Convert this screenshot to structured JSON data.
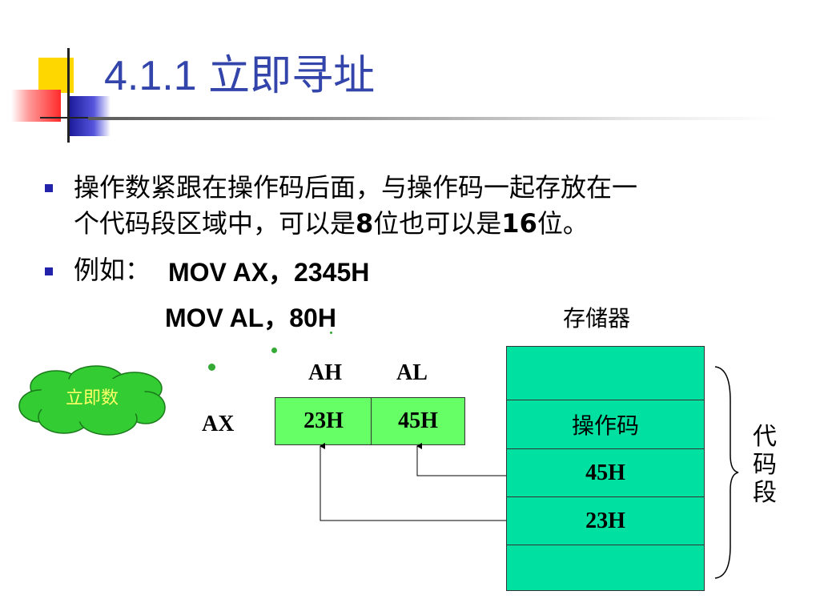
{
  "title": "4.1.1 立即寻址",
  "bullets": {
    "b1_line1": "操作数紧跟在操作码后面，与操作码一起存放在一",
    "b1_line2_a": "个代码段区域中，可以是",
    "b1_line2_b": "8",
    "b1_line2_c": "位也可以是",
    "b1_line2_d": "16",
    "b1_line2_e": "位。",
    "b2_prefix": "例如：",
    "b2_instr1": "MOV AX，2345H",
    "b2_instr2": "MOV  AL，80H"
  },
  "callout": {
    "label": "立即数"
  },
  "register": {
    "name": "AX",
    "high_label": "AH",
    "low_label": "AL",
    "high_value": "23H",
    "low_value": "45H"
  },
  "memory": {
    "label": "存储器",
    "rows": [
      "",
      "操作码",
      "45H",
      "23H",
      ""
    ],
    "segment_label": "代码段"
  },
  "colors": {
    "title": "#3344aa",
    "register_fill": "#66ff66",
    "memory_fill": "#00e0a0",
    "callout_fill": "#33cc33",
    "callout_text": "#ffff66",
    "dots": "#33aa33"
  }
}
